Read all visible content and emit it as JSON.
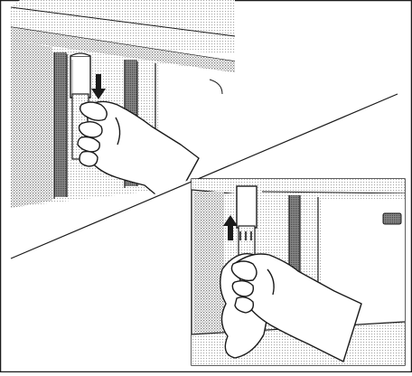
{
  "illustration": {
    "panels": [
      {
        "id": "upper",
        "action": "pull-down",
        "arrow_icon": "arrow-down-icon"
      },
      {
        "id": "lower",
        "action": "push-up",
        "arrow_icon": "arrow-up-icon"
      }
    ],
    "colors": {
      "line": "#1a1a1a",
      "shade": "#bdbdbd",
      "shade_dark": "#8a8a8a",
      "background": "#ffffff",
      "skin": "#ffffff"
    }
  }
}
